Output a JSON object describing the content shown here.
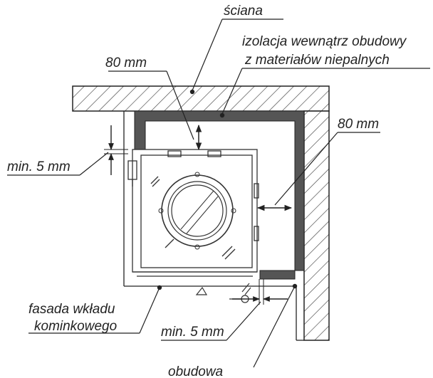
{
  "labels": {
    "wall": "ściana",
    "insulation_line1": "izolacja wewnątrz obudowy",
    "insulation_line2": "z materiałów niepalnych",
    "dim_top": "80 mm",
    "dim_right": "80 mm",
    "gap_left": "min. 5 mm",
    "gap_bottom": "min. 5 mm",
    "facade_line1": "fasada wkładu",
    "facade_line2": "kominkowego",
    "casing": "obudowa"
  },
  "colors": {
    "line": "#222222",
    "insulation": "#555555",
    "hatch": "#444444",
    "insert_line": "#333333",
    "background": "#ffffff"
  }
}
